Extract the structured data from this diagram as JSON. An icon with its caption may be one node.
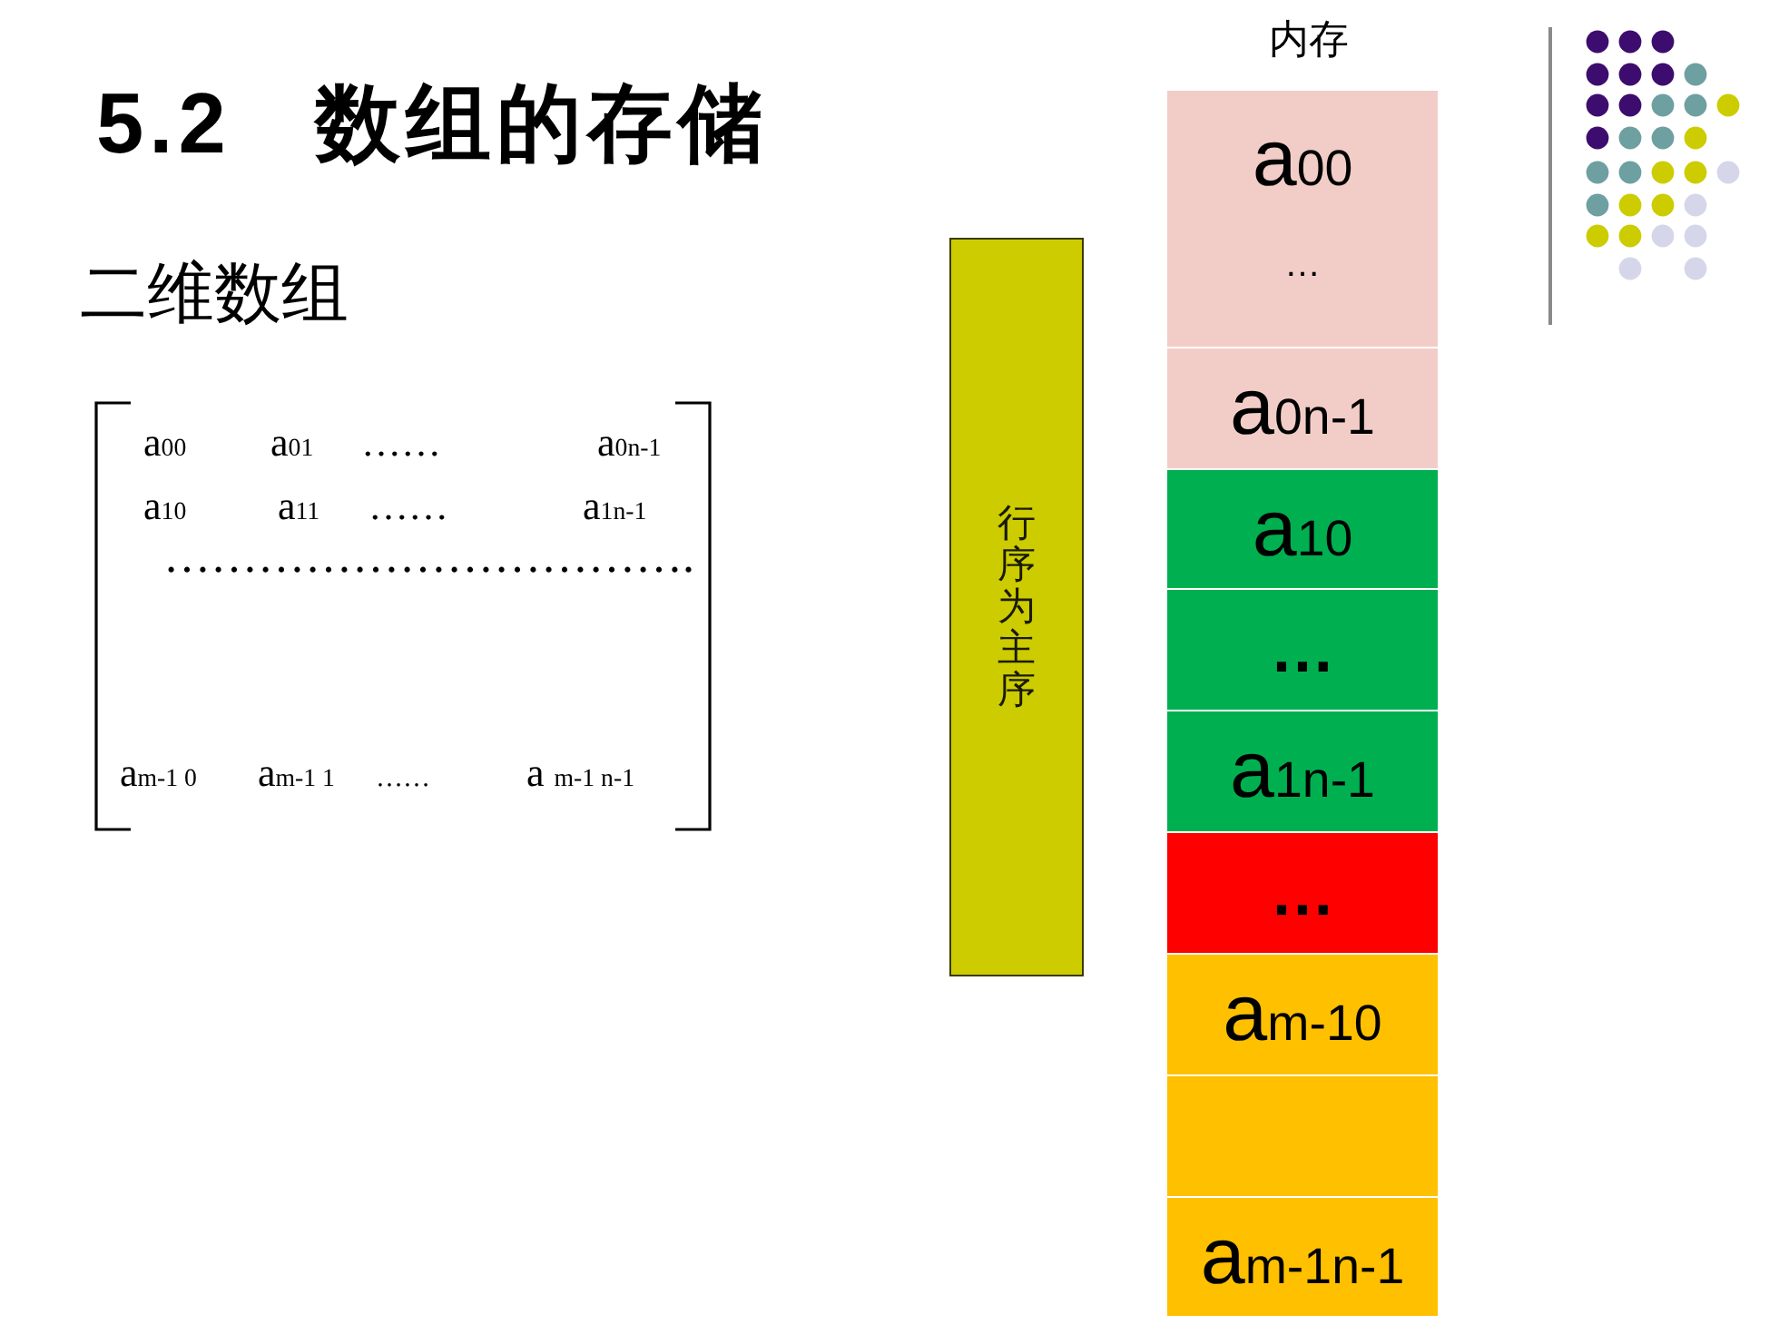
{
  "diagram": {
    "title": "5.2 数组的存储",
    "nodes": [
      {
        "text": [
          "行序为主序"
        ]
      },
      {
        "text": [
          "a$_{00}$",
          "…"
        ]
      },
      {
        "text": [
          "a$_{0n-1}$"
        ]
      },
      {
        "text": [
          "a$_{10}$"
        ]
      },
      {
        "text": [
          "…"
        ]
      },
      {
        "text": [
          "a$_{1n-1}$"
        ]
      },
      {
        "text": [
          "…"
        ]
      },
      {
        "text": [
          "a$_{m-10}$"
        ]
      },
      {
        "text": [],
        "shape": "box"
      },
      {
        "text": [
          "a$_{m-1n-1}$"
        ]
      }
    ],
    "labels": [
      "内存",
      "二维数组",
      "a$_{00}$",
      "a$_{01}$",
      "……",
      "a$_{0n-1}$",
      "a$_{10}$",
      "a$_{11}$",
      "……",
      "a$_{1n-1}$",
      "…………………………….",
      "a$_{m-1 0}$",
      "a$_{m-1 1}$",
      "……",
      "a $_{m-1 n-1}$"
    ]
  }
}
